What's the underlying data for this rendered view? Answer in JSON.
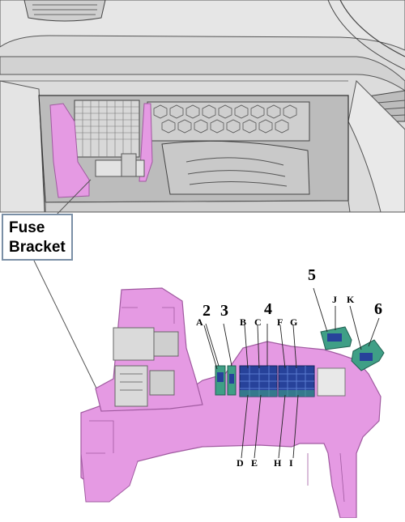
{
  "callout": {
    "line1": "Fuse",
    "line2": "Bracket"
  },
  "relay_numbers": [
    "2",
    "3",
    "4",
    "5",
    "6"
  ],
  "fuse_letters": [
    "A",
    "B",
    "C",
    "D",
    "E",
    "F",
    "G",
    "H",
    "I",
    "J",
    "K"
  ],
  "colors": {
    "bracket_pink": "#e59ae3",
    "bracket_outline": "#a05aa0",
    "fuse_blue": "#27429a",
    "relay_green": "#3f9f86",
    "dash_grey": "#dadada",
    "line_grey": "#555555"
  }
}
